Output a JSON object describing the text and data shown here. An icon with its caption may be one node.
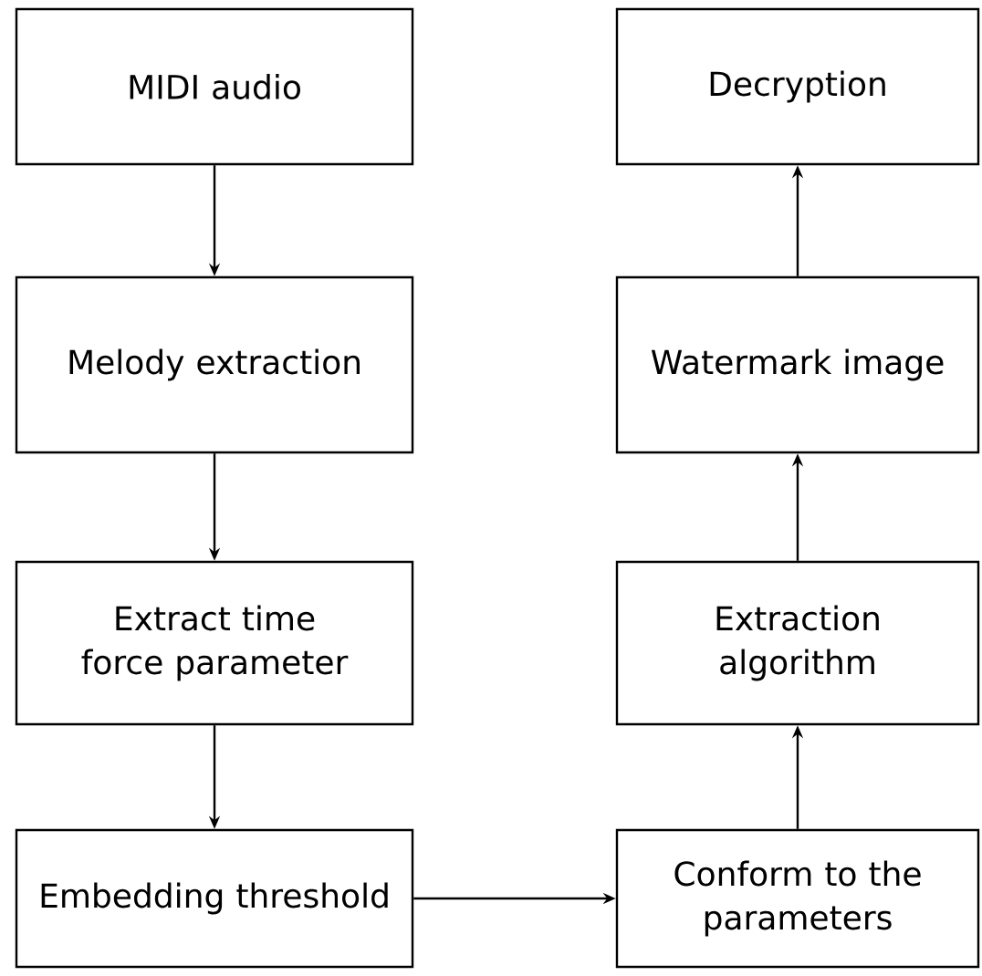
{
  "diagram": {
    "nodes": [
      {
        "text": [
          "MIDI audio"
        ]
      },
      {
        "text": [
          "Decryption"
        ]
      },
      {
        "text": [
          "Melody extraction"
        ]
      },
      {
        "text": [
          "Watermark image"
        ]
      },
      {
        "text": [
          "Extract time force parameter"
        ]
      },
      {
        "text": [
          "Extraction algorithm"
        ]
      },
      {
        "text": [
          "Embedding threshold"
        ]
      },
      {
        "text": [
          "Conform to the parameters"
        ]
      }
    ],
    "edges": [
      {
        "from": 0,
        "to": 2,
        "arrow": "to"
      },
      {
        "from": 2,
        "to": 4,
        "arrow": "to"
      },
      {
        "from": 4,
        "to": 6,
        "arrow": "to"
      },
      {
        "from": 6,
        "to": 7,
        "arrow": "to"
      },
      {
        "from": 7,
        "to": 5,
        "arrow": "to"
      },
      {
        "from": 5,
        "to": 3,
        "arrow": "to"
      },
      {
        "from": 3,
        "to": 1,
        "arrow": "to"
      }
    ]
  }
}
